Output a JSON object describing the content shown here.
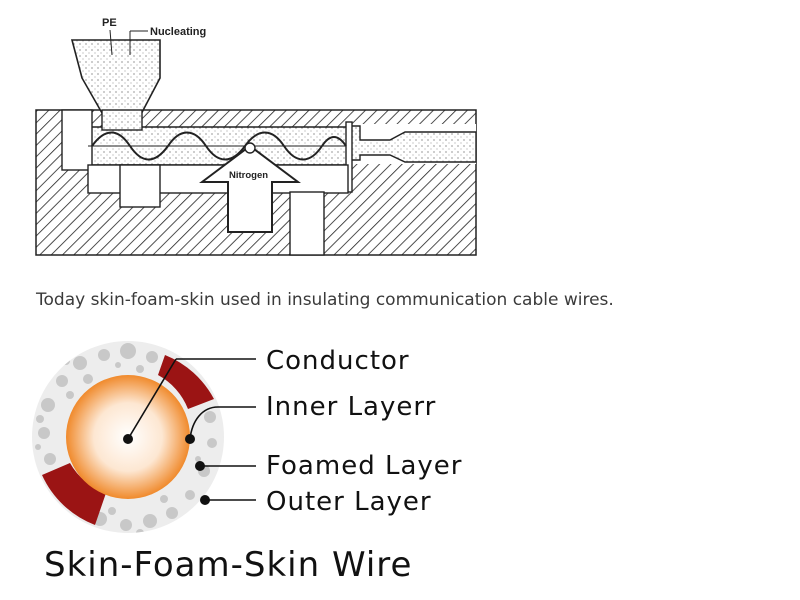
{
  "extruder_diagram": {
    "label_pe": "PE",
    "label_nucleating": "Nucleating",
    "label_nitrogen": "Nitrogen"
  },
  "caption": "Today skin-foam-skin used in insulating communication cable wires.",
  "wire_diagram": {
    "label_conductor": "Conductor",
    "label_inner": "Inner Layerr",
    "label_foamed": "Foamed Layer",
    "label_outer": "Outer Layer",
    "title": "Skin-Foam-Skin Wire",
    "colors": {
      "skin": "#9b1414",
      "foam": "#d0d0d0",
      "conductor_core": "#f5a050"
    }
  }
}
